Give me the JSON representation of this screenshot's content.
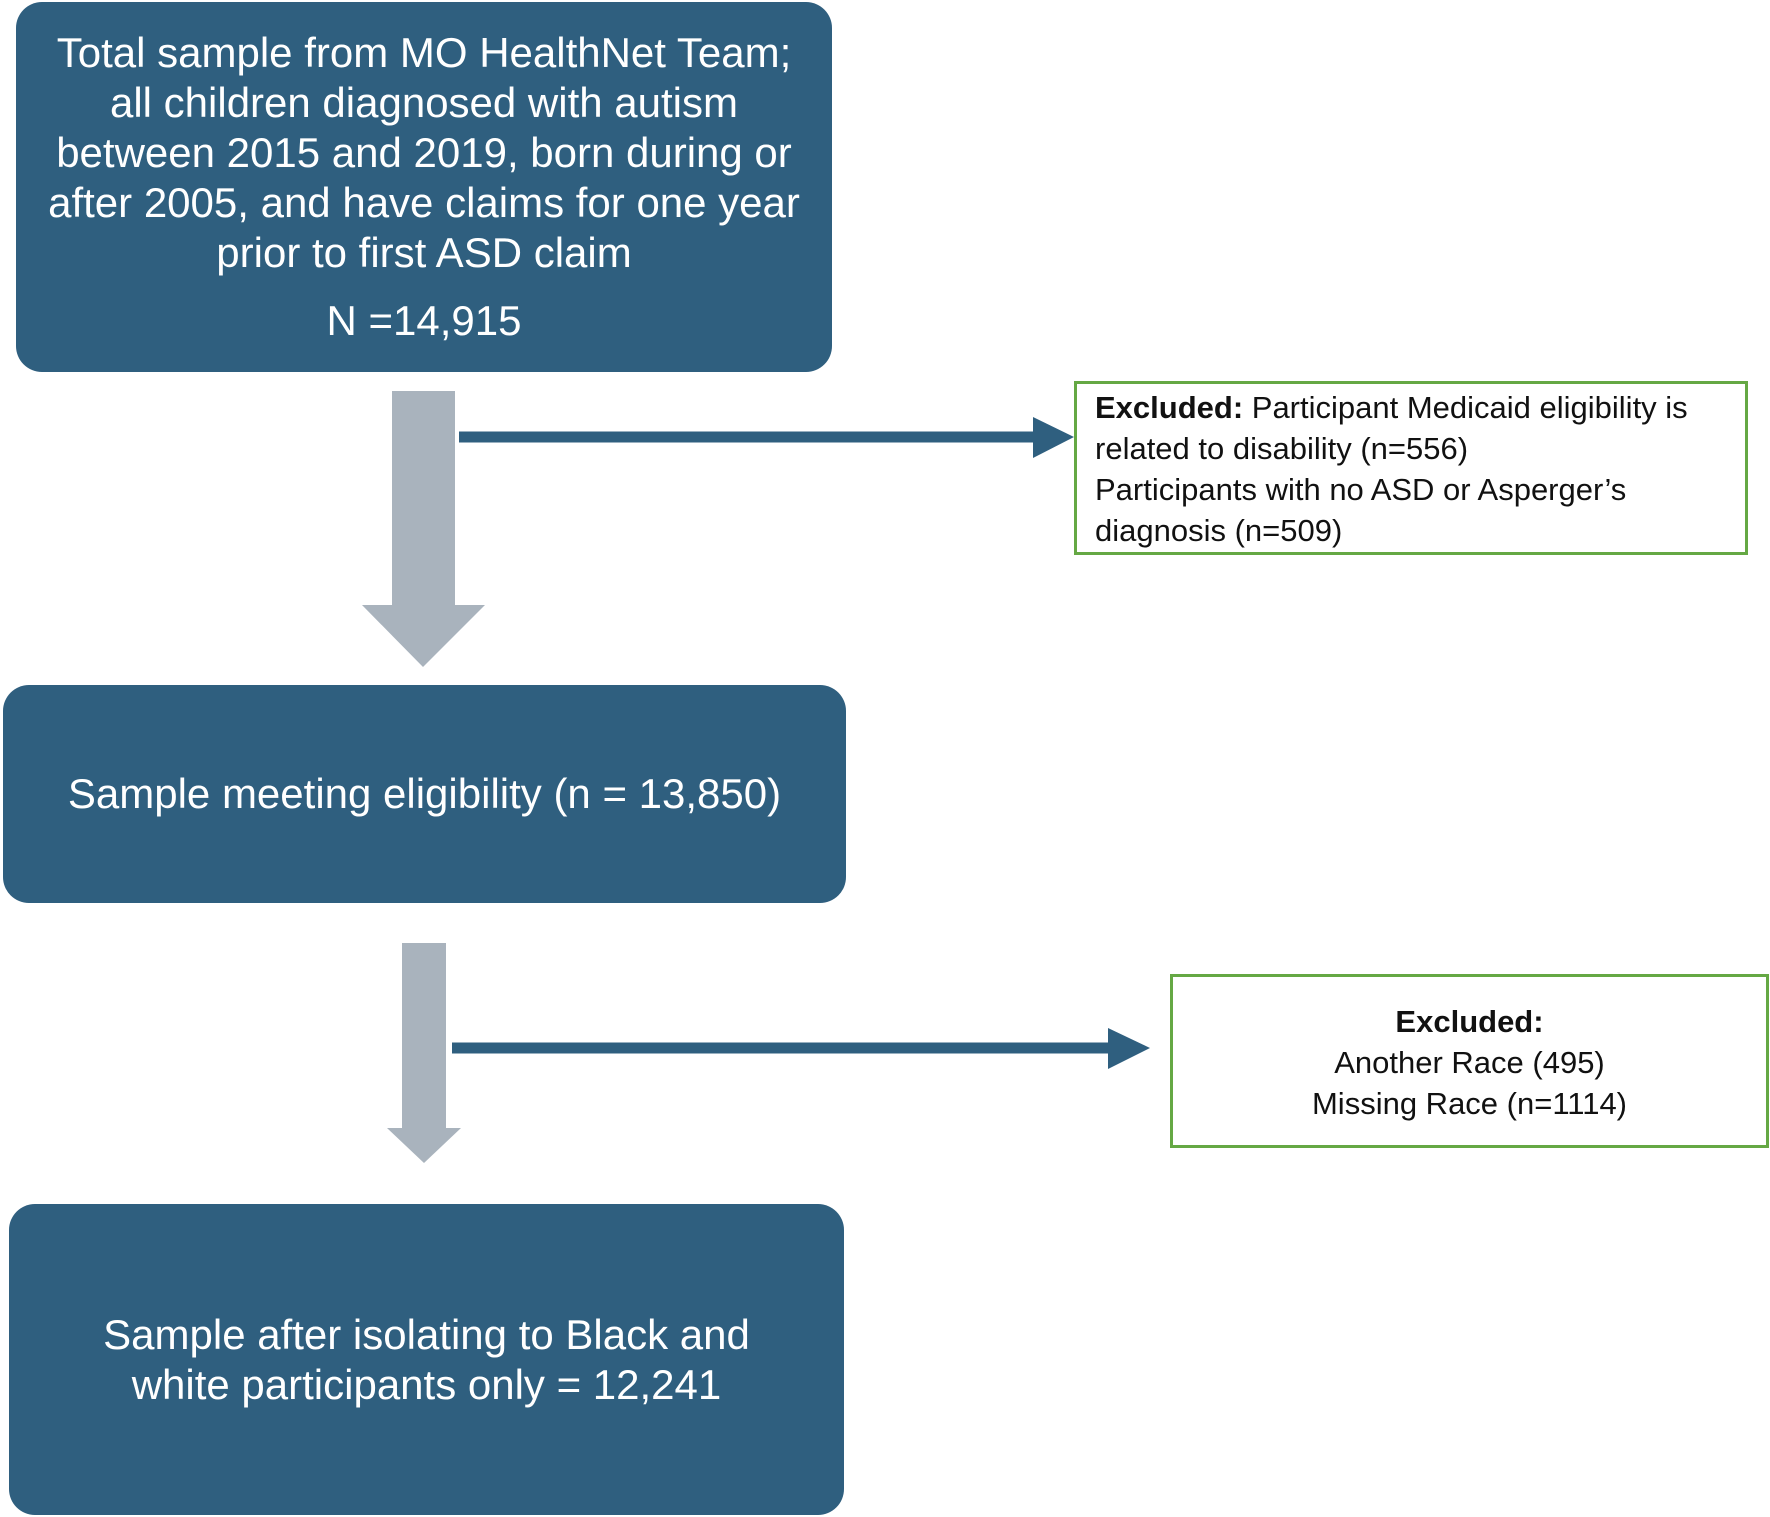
{
  "top_box": {
    "description": "Total sample from MO HealthNet Team; all children diagnosed with autism between 2015 and 2019, born during or after 2005, and have claims for one year prior to first ASD claim",
    "count": "N =14,915"
  },
  "exclusion_1": {
    "heading": "Excluded:",
    "line1": " Participant Medicaid eligibility is related to disability (n=556)",
    "line2": "Participants with no ASD or Asperger’s diagnosis  (n=509)"
  },
  "middle_box": {
    "text": "Sample meeting eligibility (n = 13,850)"
  },
  "exclusion_2": {
    "heading": "Excluded:",
    "line1": "Another Race (495)",
    "line2": "Missing Race (n=1114)"
  },
  "bottom_box": {
    "text": "Sample after isolating to Black and white participants only = 12,241"
  },
  "colors": {
    "box_fill": "#2f5f7f",
    "main_arrow": "#a9b3bd",
    "side_arrow": "#2f5f7f",
    "exclusion_border": "#65a844"
  }
}
